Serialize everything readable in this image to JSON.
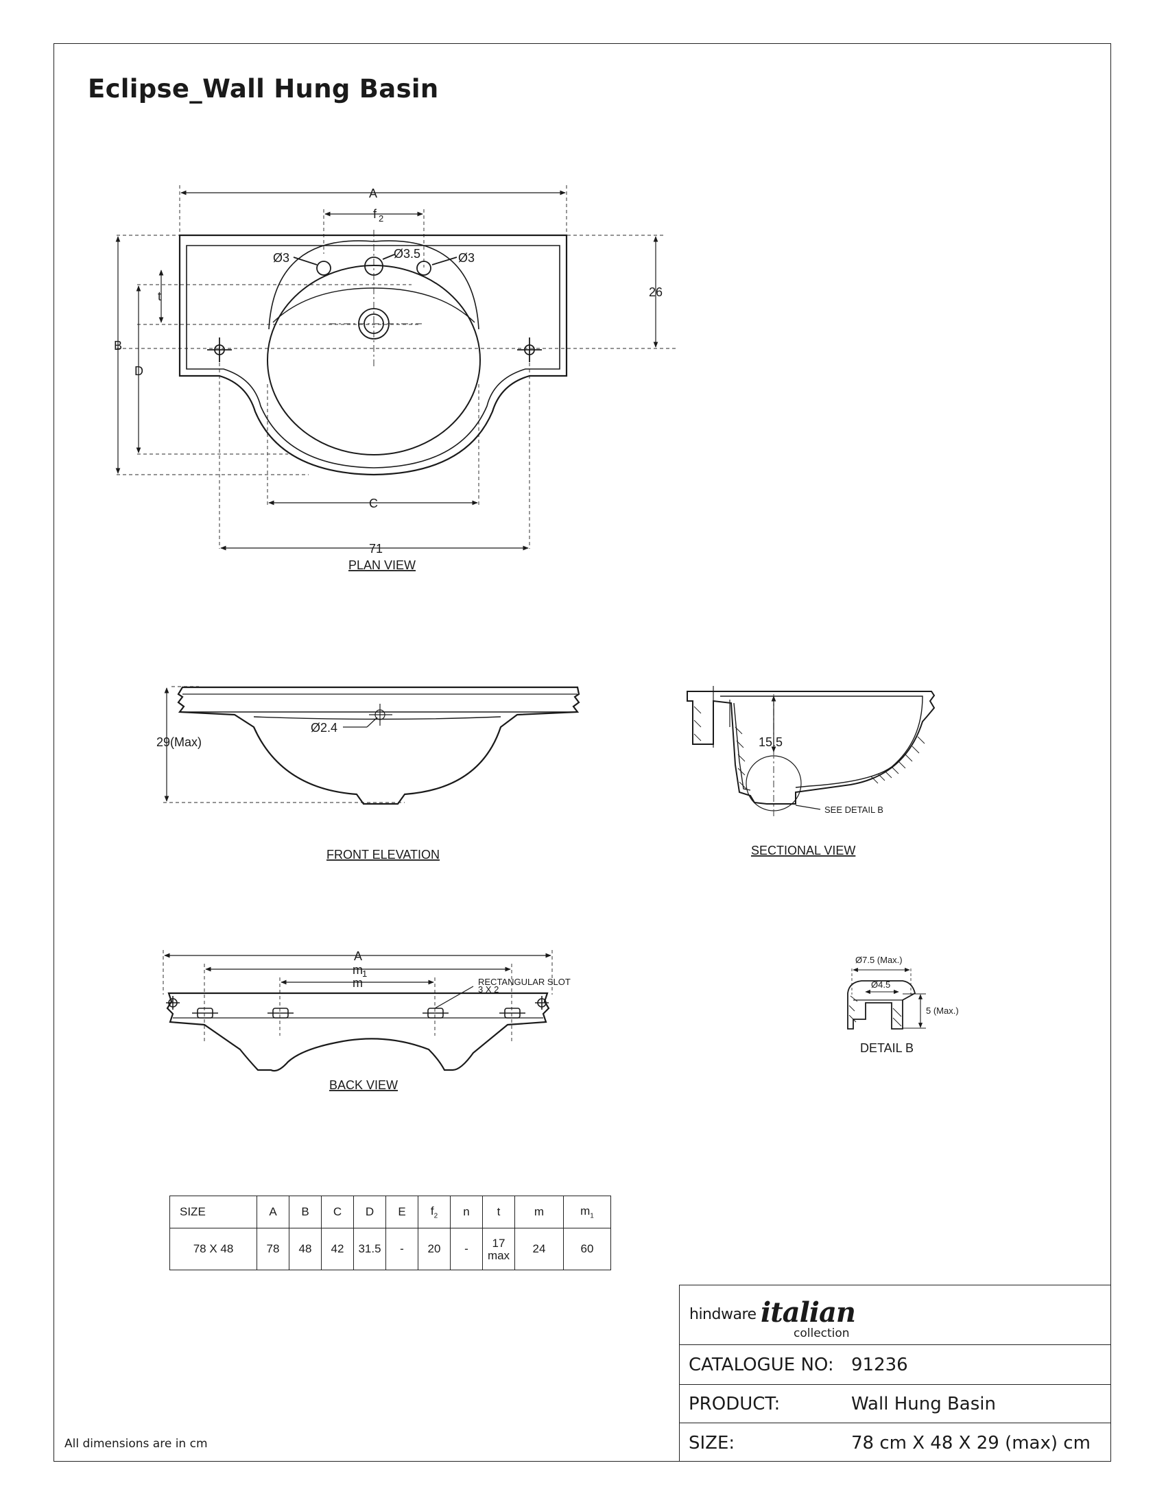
{
  "title": "Eclipse_Wall Hung Basin",
  "views": {
    "plan": {
      "label": "PLAN VIEW",
      "dims": {
        "A": "A",
        "f2": "f",
        "f2_sub": "2",
        "d1": "Ø3",
        "d2": "Ø3.5",
        "d3": "Ø3",
        "d26": "26",
        "t": "t",
        "B": "B",
        "D": "D",
        "C": "C",
        "d71": "71"
      }
    },
    "front": {
      "label": "FRONT ELEVATION",
      "dims": {
        "h": "29(Max)",
        "d": "Ø2.4"
      }
    },
    "section": {
      "label": "SECTIONAL VIEW",
      "dims": {
        "depth": "15.5",
        "callout": "SEE DETAIL B"
      }
    },
    "back": {
      "label": "BACK VIEW",
      "dims": {
        "A": "A",
        "m1": "m",
        "m1_sub": "1",
        "m": "m",
        "slot1": "RECTANGULAR SLOT",
        "slot2": "3 X 2"
      }
    },
    "detail": {
      "label": "DETAIL B",
      "dims": {
        "outer": "Ø7.5 (Max.)",
        "inner": "Ø4.5",
        "height": "5 (Max.)"
      }
    }
  },
  "table": {
    "headers": [
      "SIZE",
      "A",
      "B",
      "C",
      "D",
      "E",
      "f",
      "n",
      "t",
      "m",
      "m"
    ],
    "header_subs": [
      "",
      "",
      "",
      "",
      "",
      "",
      "2",
      "",
      "",
      "",
      "1"
    ],
    "row": [
      "78 X 48",
      "78",
      "48",
      "42",
      "31.5",
      "-",
      "20",
      "-",
      "17",
      "24",
      "60"
    ],
    "t_note": "max"
  },
  "title_block": {
    "brand": "hindware",
    "brand_script": "italian",
    "brand_sub": "collection",
    "catalogue_label": "CATALOGUE NO:",
    "catalogue_value": "91236",
    "product_label": "PRODUCT:",
    "product_value": "Wall Hung Basin",
    "size_label": "SIZE:",
    "size_value": "78 cm X 48 X 29 (max) cm"
  },
  "note": "All dimensions are in cm"
}
